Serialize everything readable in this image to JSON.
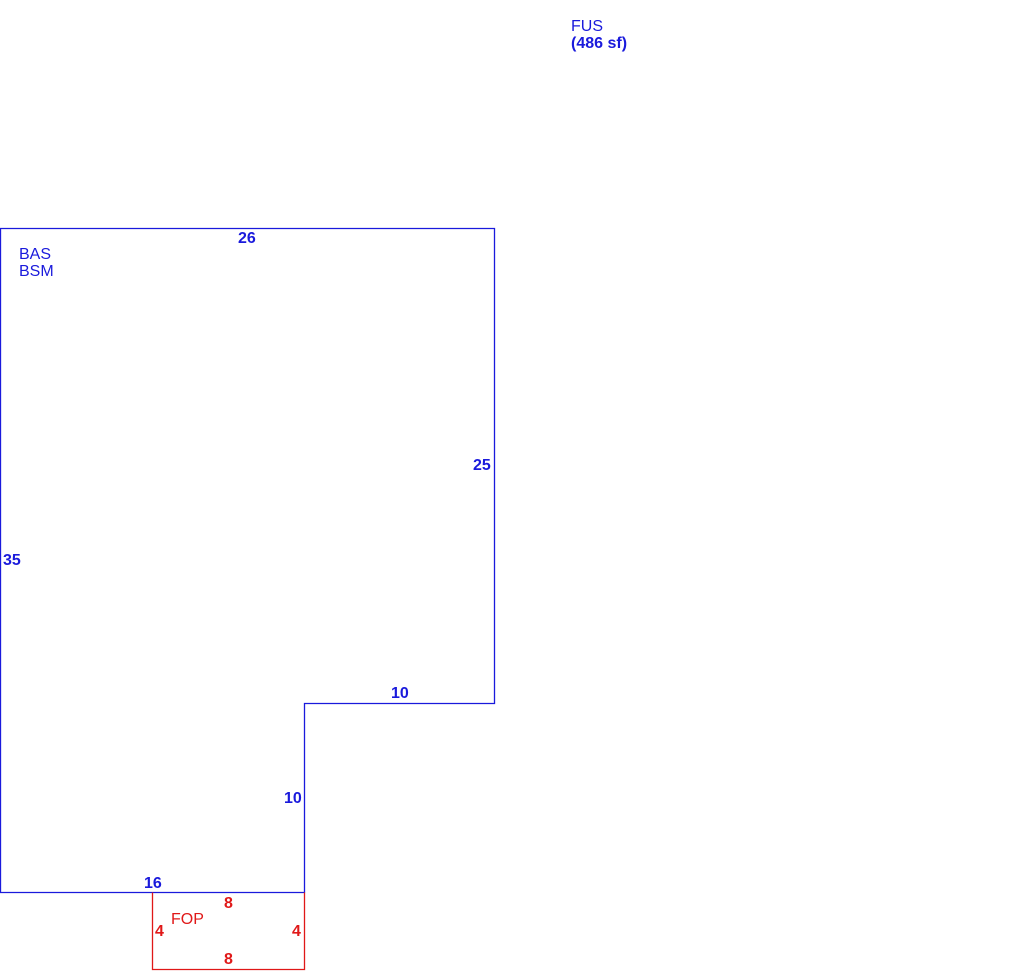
{
  "colors": {
    "main": "#1a1adc",
    "porch": "#e01818"
  },
  "areas": {
    "fus": {
      "code": "FUS",
      "area": "(486 sf)"
    },
    "bas": {
      "code": "BAS",
      "sub": "BSM"
    },
    "fop": {
      "code": "FOP"
    }
  },
  "dimensions": {
    "main": {
      "top": "26",
      "right": "25",
      "left": "35",
      "step_top": "10",
      "step_side": "10",
      "bottom": "16"
    },
    "porch": {
      "top": "8",
      "bottom": "8",
      "left": "4",
      "right": "4"
    }
  }
}
